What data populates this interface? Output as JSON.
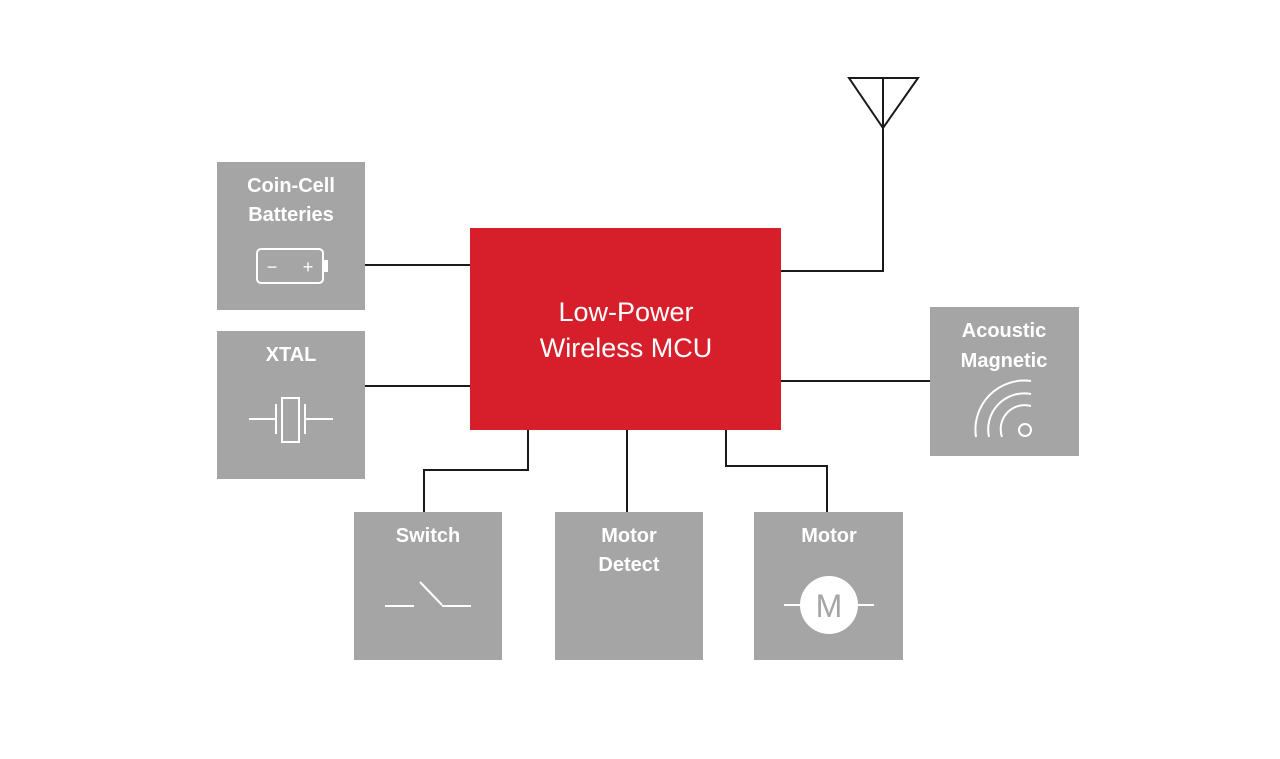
{
  "mcu": {
    "line1": "Low-Power",
    "line2": "Wireless MCU"
  },
  "blocks": {
    "battery": {
      "line1": "Coin-Cell",
      "line2": "Batteries",
      "minus": "−",
      "plus": "+"
    },
    "xtal": {
      "line1": "XTAL"
    },
    "acoustic": {
      "line1": "Acoustic",
      "line2": "Magnetic"
    },
    "switch": {
      "line1": "Switch"
    },
    "motor_detect": {
      "line1": "Motor",
      "line2": "Detect"
    },
    "motor": {
      "line1": "Motor",
      "symbol": "M"
    }
  },
  "colors": {
    "mcu": "#d71f2b",
    "block": "#a5a5a5",
    "wire": "#1a1a1a",
    "icon": "#ffffff"
  },
  "icons": [
    "battery-icon",
    "crystal-icon",
    "wireless-waves-icon",
    "switch-icon",
    "motor-icon",
    "antenna-icon"
  ]
}
